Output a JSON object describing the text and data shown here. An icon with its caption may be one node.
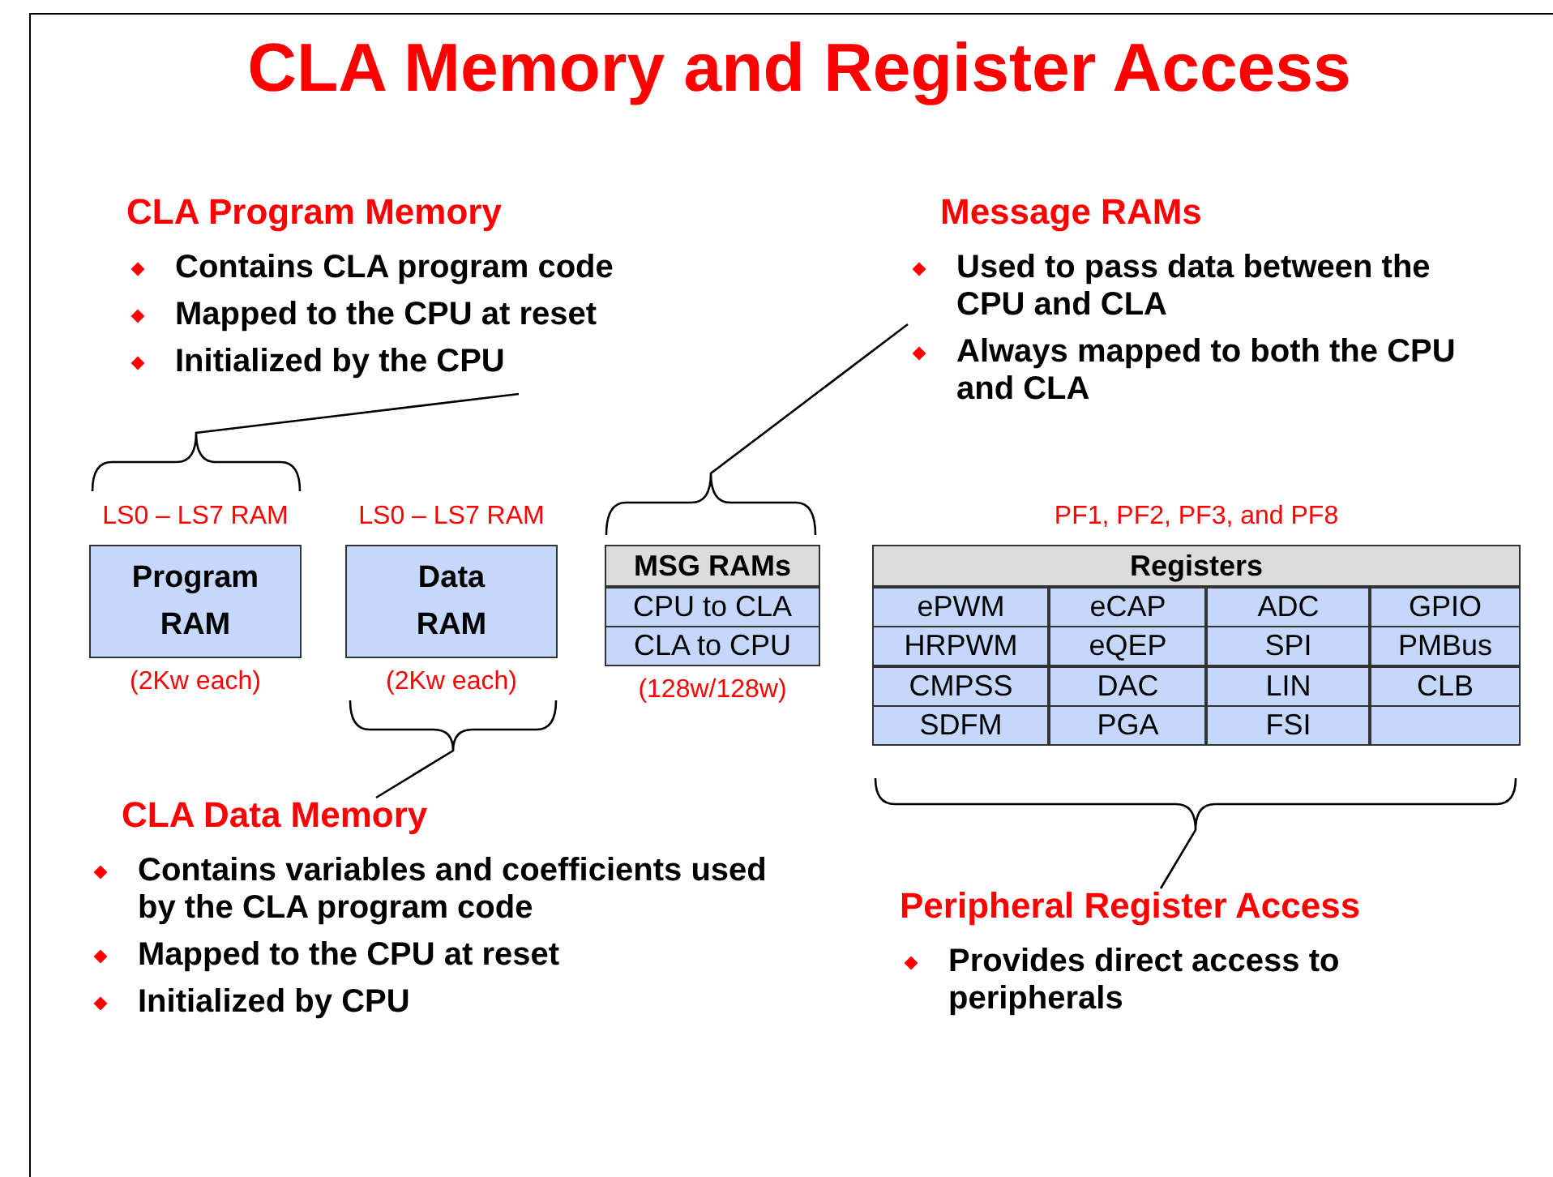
{
  "diagram": {
    "title": "CLA Memory and Register Access",
    "nodes": [
      {
        "text": [
          "CLA Program Memory",
          "Contains CLA program code",
          "Mapped to the CPU at reset",
          "Initialized by the CPU"
        ]
      },
      {
        "text": [
          "Message RAMs",
          "Used to pass data between the CPU and CLA",
          "Always mapped to both the CPU and CLA"
        ]
      },
      {
        "text": [
          "Program RAM"
        ],
        "beside": [
          "LS0 – LS7 RAM",
          "(2Kw each)"
        ]
      },
      {
        "text": [
          "Data RAM"
        ],
        "beside": [
          "LS0 – LS7 RAM",
          "(2Kw each)"
        ]
      },
      {
        "text": [
          "MSG RAMs",
          "CPU to CLA",
          "CLA to CPU"
        ],
        "beside": [
          "(128w/128w)"
        ]
      },
      {
        "text": [
          "Registers",
          "ePWM",
          "eCAP",
          "ADC",
          "GPIO",
          "HRPWM",
          "eQEP",
          "SPI",
          "PMBus",
          "CMPSS",
          "DAC",
          "LIN",
          "CLB",
          "SDFM",
          "PGA",
          "FSI"
        ],
        "beside": [
          "PF1, PF2, PF3, and PF8"
        ]
      },
      {
        "text": [
          "CLA Data Memory",
          "Contains variables and coefficients used by the CLA program code",
          "Mapped to the CPU at reset",
          "Initialized by CPU"
        ]
      },
      {
        "text": [
          "Peripheral Register Access",
          "Provides direct access to peripherals"
        ]
      }
    ],
    "edges": [
      {
        "from": 0,
        "to": 2,
        "arrow": "none"
      },
      {
        "from": 1,
        "to": 4,
        "arrow": "none"
      },
      {
        "from": 6,
        "to": 3,
        "arrow": "none"
      },
      {
        "from": 7,
        "to": 5,
        "arrow": "none"
      }
    ]
  }
}
